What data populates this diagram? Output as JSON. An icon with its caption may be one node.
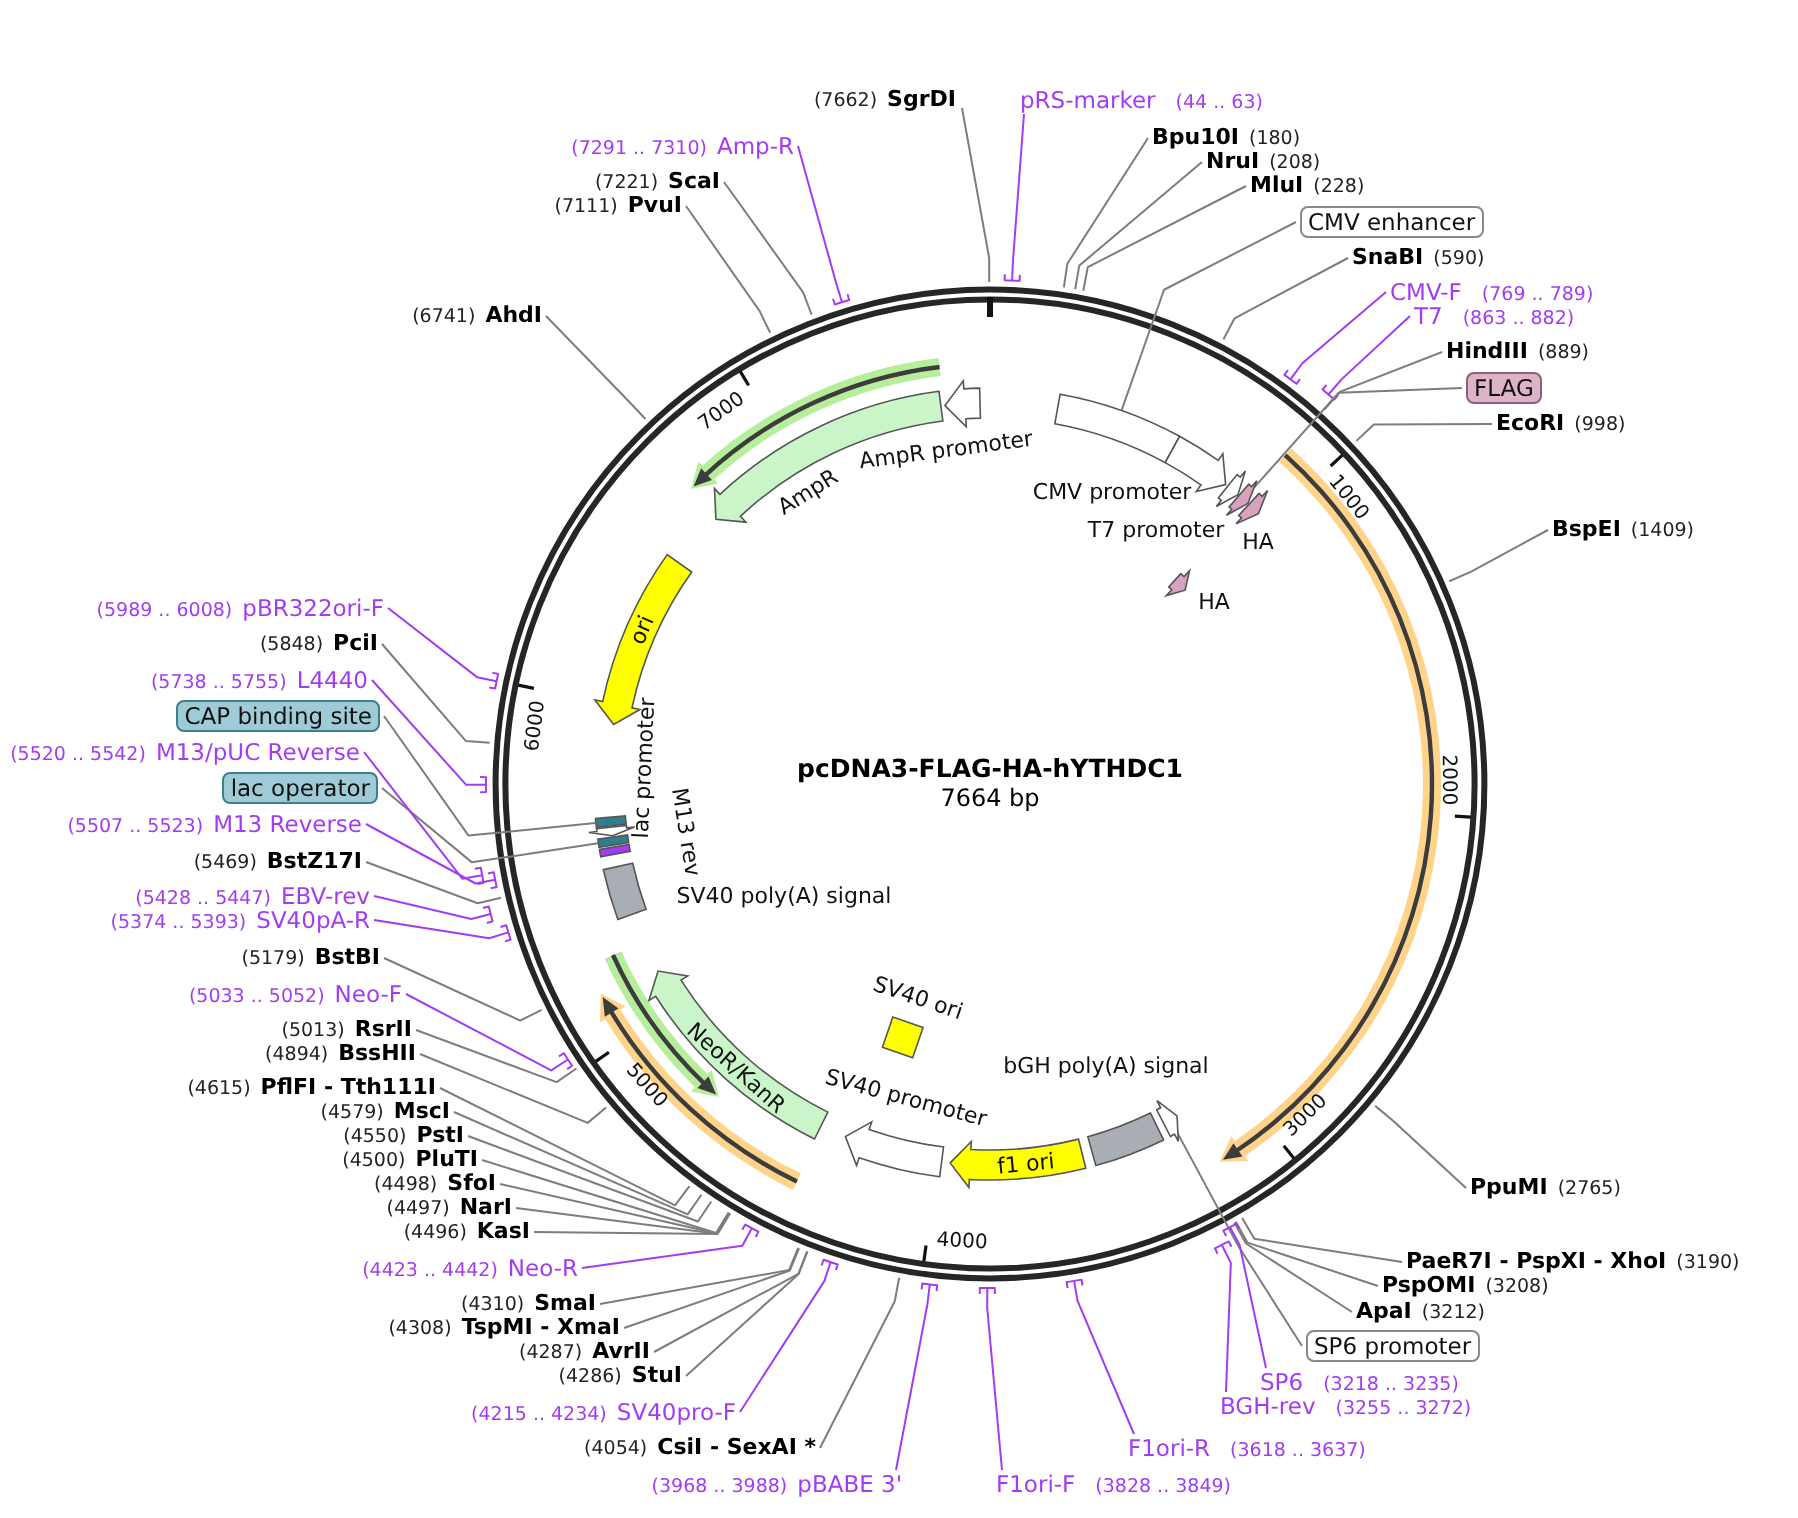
{
  "diagram": {
    "title": "pcDNA3-FLAG-HA-hYTHDC1",
    "nodes": [
      {
        "text": [
          "pRS-marker",
          "(44 .. 63)"
        ]
      },
      {
        "text": [
          "Bpu10I",
          "(180)"
        ]
      },
      {
        "text": [
          "NruI",
          "(208)"
        ]
      },
      {
        "text": [
          "MluI",
          "(228)"
        ]
      },
      {
        "text": [
          "CMV enhancer"
        ]
      },
      {
        "text": [
          "SnaBI",
          "(590)"
        ]
      },
      {
        "text": [
          "CMV-F",
          "(769 .. 789)"
        ]
      },
      {
        "text": [
          "T7",
          "(863 .. 882)"
        ]
      },
      {
        "text": [
          "HindIII",
          "(889)"
        ]
      },
      {
        "text": [
          "FLAG"
        ]
      },
      {
        "text": [
          "EcoRI",
          "(998)"
        ]
      },
      {
        "text": [
          "BspEI",
          "(1409)"
        ]
      },
      {
        "text": [
          "PpuMI",
          "(2765)"
        ]
      },
      {
        "text": [
          "PaeR7I - PspXI - XhoI",
          "(3190)"
        ]
      },
      {
        "text": [
          "PspOMI",
          "(3208)"
        ]
      },
      {
        "text": [
          "ApaI",
          "(3212)"
        ]
      },
      {
        "text": [
          "SP6 promoter"
        ]
      },
      {
        "text": [
          "SP6",
          "(3218 .. 3235)"
        ]
      },
      {
        "text": [
          "BGH-rev",
          "(3255 .. 3272)"
        ]
      },
      {
        "text": [
          "F1ori-R",
          "(3618 .. 3637)"
        ]
      },
      {
        "text": [
          "F1ori-F",
          "(3828 .. 3849)"
        ]
      },
      {
        "text": [
          "(3968 .. 3988)",
          "pBABE 3'"
        ]
      },
      {
        "text": [
          "(4054)",
          "CsiI - SexAI *"
        ]
      },
      {
        "text": [
          "(4215 .. 4234)",
          "SV40pro-F"
        ]
      },
      {
        "text": [
          "(4286)",
          "StuI"
        ]
      },
      {
        "text": [
          "(4287)",
          "AvrII"
        ]
      },
      {
        "text": [
          "(4308)",
          "TspMI - XmaI"
        ]
      },
      {
        "text": [
          "(4310)",
          "SmaI"
        ]
      },
      {
        "text": [
          "(4423 .. 4442)",
          "Neo-R"
        ]
      },
      {
        "text": [
          "(4496)",
          "KasI"
        ]
      },
      {
        "text": [
          "(4497)",
          "NarI"
        ]
      },
      {
        "text": [
          "(4498)",
          "SfoI"
        ]
      },
      {
        "text": [
          "(4500)",
          "PluTI"
        ]
      },
      {
        "text": [
          "(4550)",
          "PstI"
        ]
      },
      {
        "text": [
          "(4579)",
          "MscI"
        ]
      },
      {
        "text": [
          "(4615)",
          "PflFI - Tth111I"
        ]
      },
      {
        "text": [
          "(4894)",
          "BssHII"
        ]
      },
      {
        "text": [
          "(5013)",
          "RsrII"
        ]
      },
      {
        "text": [
          "(5033 .. 5052)",
          "Neo-F"
        ]
      },
      {
        "text": [
          "(5179)",
          "BstBI"
        ]
      },
      {
        "text": [
          "(5374 .. 5393)",
          "SV40pA-R"
        ]
      },
      {
        "text": [
          "(5428 .. 5447)",
          "EBV-rev"
        ]
      },
      {
        "text": [
          "(5469)",
          "BstZ17I"
        ]
      },
      {
        "text": [
          "(5507 .. 5523)",
          "M13 Reverse"
        ]
      },
      {
        "text": [
          "lac operator"
        ]
      },
      {
        "text": [
          "(5520 .. 5542)",
          "M13/pUC Reverse"
        ]
      },
      {
        "text": [
          "CAP binding site"
        ]
      },
      {
        "text": [
          "(5738 .. 5755)",
          "L4440"
        ]
      },
      {
        "text": [
          "(5848)",
          "PciI"
        ]
      },
      {
        "text": [
          "(5989 .. 6008)",
          "pBR322ori-F"
        ]
      },
      {
        "text": [
          "(6741)",
          "AhdI"
        ]
      },
      {
        "text": [
          "(7111)",
          "PvuI"
        ]
      },
      {
        "text": [
          "(7221)",
          "ScaI"
        ]
      },
      {
        "text": [
          "(7291 .. 7310)",
          "Amp-R"
        ]
      },
      {
        "text": [
          "(7662)",
          "SgrDI"
        ]
      },
      {
        "text": [],
        "shape": "box"
      },
      {
        "text": [
          "CMV promoter"
        ]
      },
      {
        "text": [
          "T7 promoter"
        ]
      },
      {
        "text": [],
        "shape": "arrow"
      },
      {
        "text": [
          "HA"
        ]
      },
      {
        "text": [
          "HA"
        ]
      },
      {
        "text": [],
        "shape": "arrow"
      },
      {
        "text": [],
        "shape": "arrow"
      },
      {
        "text": [
          "bGH poly(A) signal"
        ]
      },
      {
        "text": [
          "f1 ori"
        ]
      },
      {
        "text": [
          "SV40 promoter"
        ]
      },
      {
        "text": [
          "SV40 ori"
        ]
      },
      {
        "text": [],
        "shape": "arrow"
      },
      {
        "text": [
          "NeoR/KanR"
        ]
      },
      {
        "text": [],
        "shape": "arrow"
      },
      {
        "text": [
          "SV40 poly(A) signal"
        ]
      },
      {
        "text": [
          "M13 rev"
        ]
      },
      {
        "text": [],
        "shape": "box"
      },
      {
        "text": [
          "lac promoter"
        ]
      },
      {
        "text": [],
        "shape": "box"
      },
      {
        "text": [
          "ori"
        ]
      },
      {
        "text": [],
        "shape": "arrow"
      },
      {
        "text": [
          "AmpR"
        ]
      },
      {
        "text": [
          "AmpR promoter"
        ]
      }
    ],
    "edges": [
      {
        "from": 0,
        "to": null,
        "arrow": "none",
        "color": "#a23cf2"
      },
      {
        "from": 1,
        "to": null,
        "arrow": "none"
      },
      {
        "from": 2,
        "to": null,
        "arrow": "none"
      },
      {
        "from": 3,
        "to": null,
        "arrow": "none"
      },
      {
        "from": 4,
        "to": 55,
        "arrow": "none"
      },
      {
        "from": 5,
        "to": null,
        "arrow": "none"
      },
      {
        "from": 6,
        "to": null,
        "arrow": "none",
        "color": "#a23cf2"
      },
      {
        "from": 7,
        "to": null,
        "arrow": "none",
        "color": "#a23cf2"
      },
      {
        "from": 8,
        "to": null,
        "arrow": "none"
      },
      {
        "from": 9,
        "to": 58,
        "arrow": "none"
      },
      {
        "from": 10,
        "to": null,
        "arrow": "none"
      },
      {
        "from": 11,
        "to": null,
        "arrow": "none"
      },
      {
        "from": 12,
        "to": null,
        "arrow": "none"
      },
      {
        "from": 13,
        "to": null,
        "arrow": "none"
      },
      {
        "from": 14,
        "to": null,
        "arrow": "none"
      },
      {
        "from": 15,
        "to": null,
        "arrow": "none"
      },
      {
        "from": 16,
        "to": 62,
        "arrow": "none"
      },
      {
        "from": 17,
        "to": null,
        "arrow": "none",
        "color": "#a23cf2"
      },
      {
        "from": 18,
        "to": null,
        "arrow": "none",
        "color": "#a23cf2"
      },
      {
        "from": 19,
        "to": null,
        "arrow": "none",
        "color": "#a23cf2"
      },
      {
        "from": 20,
        "to": null,
        "arrow": "none",
        "color": "#a23cf2"
      },
      {
        "from": 21,
        "to": null,
        "arrow": "none",
        "color": "#a23cf2"
      },
      {
        "from": 22,
        "to": null,
        "arrow": "none"
      },
      {
        "from": 23,
        "to": null,
        "arrow": "none",
        "color": "#a23cf2"
      },
      {
        "from": 24,
        "to": null,
        "arrow": "none"
      },
      {
        "from": 25,
        "to": null,
        "arrow": "none"
      },
      {
        "from": 26,
        "to": null,
        "arrow": "none"
      },
      {
        "from": 27,
        "to": null,
        "arrow": "none"
      },
      {
        "from": 28,
        "to": null,
        "arrow": "none",
        "color": "#a23cf2"
      },
      {
        "from": 29,
        "to": null,
        "arrow": "none"
      },
      {
        "from": 30,
        "to": null,
        "arrow": "none"
      },
      {
        "from": 31,
        "to": null,
        "arrow": "none"
      },
      {
        "from": 32,
        "to": null,
        "arrow": "none"
      },
      {
        "from": 33,
        "to": null,
        "arrow": "none"
      },
      {
        "from": 34,
        "to": null,
        "arrow": "none"
      },
      {
        "from": 35,
        "to": null,
        "arrow": "none"
      },
      {
        "from": 36,
        "to": null,
        "arrow": "none"
      },
      {
        "from": 37,
        "to": null,
        "arrow": "none"
      },
      {
        "from": 38,
        "to": null,
        "arrow": "none",
        "color": "#a23cf2"
      },
      {
        "from": 39,
        "to": null,
        "arrow": "none"
      },
      {
        "from": 40,
        "to": null,
        "arrow": "none",
        "color": "#a23cf2"
      },
      {
        "from": 41,
        "to": null,
        "arrow": "none",
        "color": "#a23cf2"
      },
      {
        "from": 42,
        "to": null,
        "arrow": "none"
      },
      {
        "from": 43,
        "to": null,
        "arrow": "none",
        "color": "#a23cf2"
      },
      {
        "from": 44,
        "to": 72,
        "arrow": "none"
      },
      {
        "from": 45,
        "to": null,
        "arrow": "none",
        "color": "#a23cf2"
      },
      {
        "from": 46,
        "to": 74,
        "arrow": "none"
      },
      {
        "from": 47,
        "to": null,
        "arrow": "none",
        "color": "#a23cf2"
      },
      {
        "from": 48,
        "to": null,
        "arrow": "none"
      },
      {
        "from": 49,
        "to": null,
        "arrow": "none",
        "color": "#a23cf2"
      },
      {
        "from": 50,
        "to": null,
        "arrow": "none"
      },
      {
        "from": 51,
        "to": null,
        "arrow": "none"
      },
      {
        "from": 52,
        "to": null,
        "arrow": "none"
      },
      {
        "from": 53,
        "to": null,
        "arrow": "none",
        "color": "#a23cf2"
      },
      {
        "from": 54,
        "to": null,
        "arrow": "none"
      }
    ],
    "labels": [
      "7664 bp",
      "1000",
      "2000",
      "3000",
      "4000",
      "5000",
      "6000",
      "7000"
    ]
  }
}
